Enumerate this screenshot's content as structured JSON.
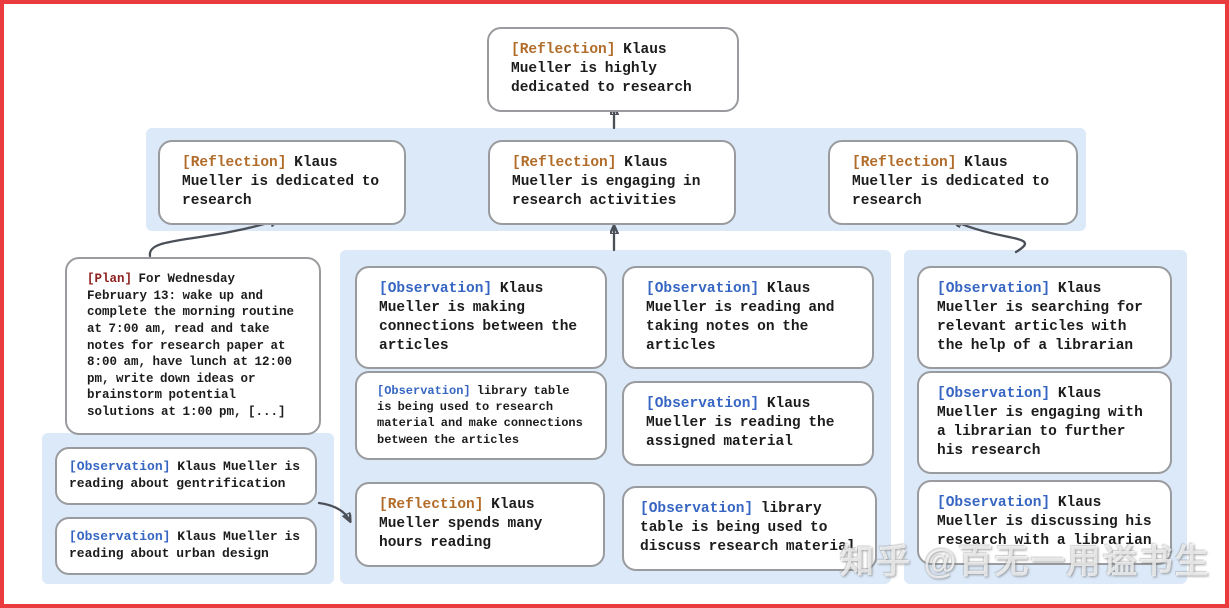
{
  "colors": {
    "frame": "#e93a3d",
    "panel_bg": "#dce9f8",
    "box_border": "#999b9e",
    "text": "#1c1c1c",
    "reflection_tag": "#b26c2a",
    "observation_tag": "#3666c2",
    "plan_tag": "#8e1f1f",
    "arrow": "#4b4f58"
  },
  "watermark": {
    "text": "知乎 @百无一用谥书生"
  },
  "nodes": {
    "root": {
      "tag": "[Reflection]",
      "text": "Klaus Mueller is highly dedicated to research"
    },
    "reflection_left": {
      "tag": "[Reflection]",
      "text": "Klaus Mueller is dedicated to research"
    },
    "reflection_mid": {
      "tag": "[Reflection]",
      "text": "Klaus Mueller is engaging in research activities"
    },
    "reflection_right": {
      "tag": "[Reflection]",
      "text": "Klaus Mueller is dedicated to research"
    },
    "plan": {
      "tag": "[Plan]",
      "text": "For Wednesday February 13: wake up and complete the morning routine at 7:00 am, read and take notes for research paper at 8:00 am, have lunch at 12:00 pm, write down ideas or brainstorm potential solutions at 1:00 pm, [...]"
    },
    "obs_gentrification": {
      "tag": "[Observation]",
      "text": "Klaus Mueller is reading about gentrification"
    },
    "obs_urban_design": {
      "tag": "[Observation]",
      "text": "Klaus Mueller is reading about urban design"
    },
    "obs_connections": {
      "tag": "[Observation]",
      "text": "Klaus Mueller is making connections between the articles"
    },
    "obs_library_research": {
      "tag": "[Observation]",
      "text": "library table is being used to research material and make connections between the articles"
    },
    "reflection_hours": {
      "tag": "[Reflection]",
      "text": "Klaus Mueller spends many hours reading"
    },
    "obs_taking_notes": {
      "tag": "[Observation]",
      "text": "Klaus Mueller is reading and taking notes on the articles"
    },
    "obs_assigned": {
      "tag": "[Observation]",
      "text": "Klaus Mueller is reading the assigned material"
    },
    "obs_library_discuss": {
      "tag": "[Observation]",
      "text": "library table is being used to discuss research material"
    },
    "obs_searching": {
      "tag": "[Observation]",
      "text": "Klaus Mueller is searching for relevant articles with the help of a librarian"
    },
    "obs_engaging_librarian": {
      "tag": "[Observation]",
      "text": "Klaus Mueller is engaging with a librarian to further his research"
    },
    "obs_discussing": {
      "tag": "[Observation]",
      "text": "Klaus Mueller is discussing his research with a librarian"
    }
  }
}
